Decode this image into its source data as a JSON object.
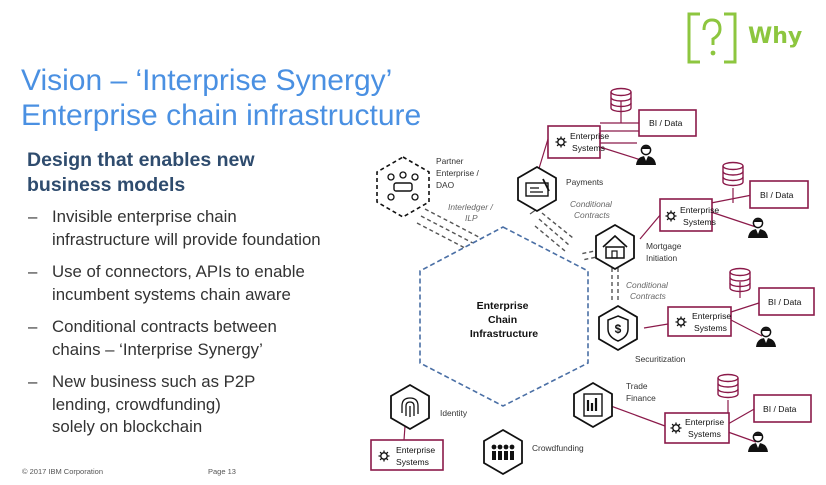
{
  "badge": {
    "label": "Why",
    "icon": "question-bracket-icon",
    "color": "#8dc63f"
  },
  "title": {
    "line1": "Vision – ‘Interprise Synergy’",
    "line2": "Enterprise chain infrastructure",
    "color": "#4a90e2"
  },
  "subheading": {
    "line1": "Design that enables new",
    "line2": "business models"
  },
  "bullets": [
    {
      "dash": "–",
      "lines": [
        "Invisible enterprise chain",
        "infrastructure will provide foundation"
      ]
    },
    {
      "dash": "–",
      "lines": [
        "Use of connectors, APIs to enable",
        "incumbent systems chain aware"
      ]
    },
    {
      "dash": "–",
      "lines": [
        "Conditional contracts between",
        "chains – ‘Interprise Synergy’"
      ]
    },
    {
      "dash": "–",
      "lines": [
        "New business such as P2P",
        "lending, crowdfunding)",
        "solely on blockchain"
      ]
    }
  ],
  "footer": {
    "copyright": "© 2017 IBM Corporation",
    "page": "Page 13"
  },
  "diagram": {
    "center": [
      "Enterprise",
      "Chain",
      "Infrastructure"
    ],
    "nodes": {
      "partner": {
        "lines": [
          "Partner",
          "Enterprise /",
          "DAO"
        ],
        "icon": "meeting-people-icon"
      },
      "payments": {
        "label": "Payments",
        "icon": "cheque-icon"
      },
      "mortgage": {
        "lines": [
          "Mortgage",
          "Initiation"
        ],
        "icon": "house-icon"
      },
      "securitization": {
        "label": "Securitization",
        "icon": "dollar-shield-icon"
      },
      "trade": {
        "lines": [
          "Trade",
          "Finance"
        ],
        "icon": "document-chart-icon"
      },
      "identity": {
        "label": "Identity",
        "icon": "fingerprint-icon"
      },
      "crowdfunding": {
        "label": "Crowdfunding",
        "icon": "crowd-icon"
      }
    },
    "link_labels": {
      "interledger": [
        "Interledger /",
        "ILP"
      ],
      "conditional": [
        "Conditional",
        "Contracts"
      ]
    },
    "enterprise_systems": [
      "Enterprise",
      "Systems"
    ],
    "bi_data": "BI / Data"
  }
}
